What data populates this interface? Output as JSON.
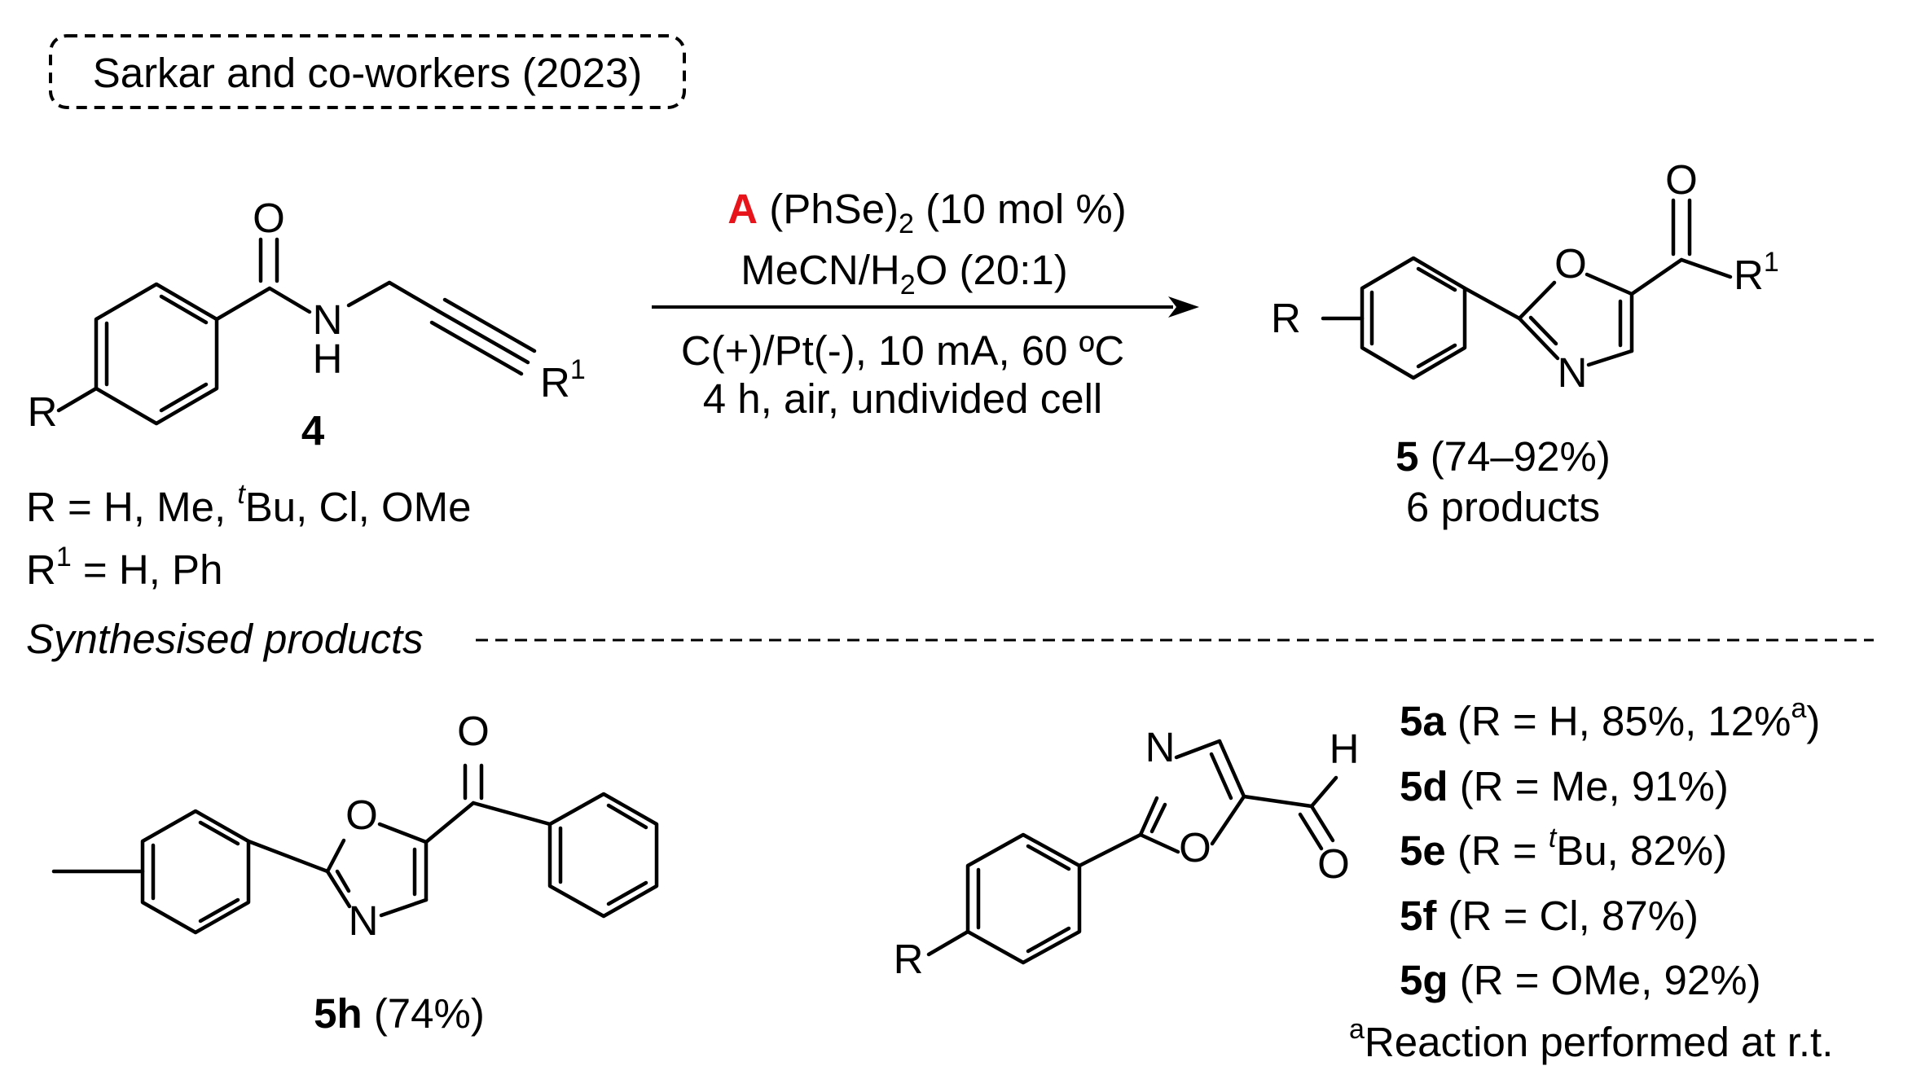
{
  "header": {
    "label": "Sarkar and co-workers (2023)"
  },
  "atoms": {
    "O": "O",
    "N": "N",
    "H": "H",
    "R": "R",
    "R1": "R",
    "sup1": "1"
  },
  "reactant": {
    "id": "4",
    "scope_r_prefix": "R = H, Me, ",
    "scope_r_t": "t",
    "scope_r_suffix": "Bu, Cl, OMe",
    "scope_r1_a": "R",
    "scope_r1_sup": "1",
    "scope_r1_b": " = H, Ph"
  },
  "conditions": {
    "catalyst_label": "A",
    "catalyst_text": " (PhSe)",
    "catalyst_sub": "2",
    "catalyst_amount": " (10 mol %)",
    "solvent_a": "MeCN/H",
    "solvent_sub": "2",
    "solvent_b": "O (20:1)",
    "electrodes": "C(+)/Pt(-), 10 mA, 60 ºC",
    "time": "4 h, air, undivided cell"
  },
  "product": {
    "id": "5",
    "yield": " (74–92%)",
    "count": "6 products"
  },
  "section": {
    "title": "Synthesised products"
  },
  "example_5h": {
    "id": "5h",
    "yield": " (74%)"
  },
  "examples_list": [
    {
      "id": "5a",
      "text_a": " (R = H, 85%, 12%",
      "sup": "a",
      "text_b": ")"
    },
    {
      "id": "5d",
      "text_a": " (R = Me, 91%)"
    },
    {
      "id": "5e",
      "text_a": " (R = ",
      "sup": "t",
      "text_b": "Bu, 82%)"
    },
    {
      "id": "5f",
      "text_a": " (R = Cl, 87%)"
    },
    {
      "id": "5g",
      "text_a": " (R = OMe, 92%)"
    }
  ],
  "footnote": {
    "sup": "a",
    "text": "Reaction performed at r.t."
  },
  "colors": {
    "catalyst": "#e8141c",
    "ink": "#000000"
  }
}
